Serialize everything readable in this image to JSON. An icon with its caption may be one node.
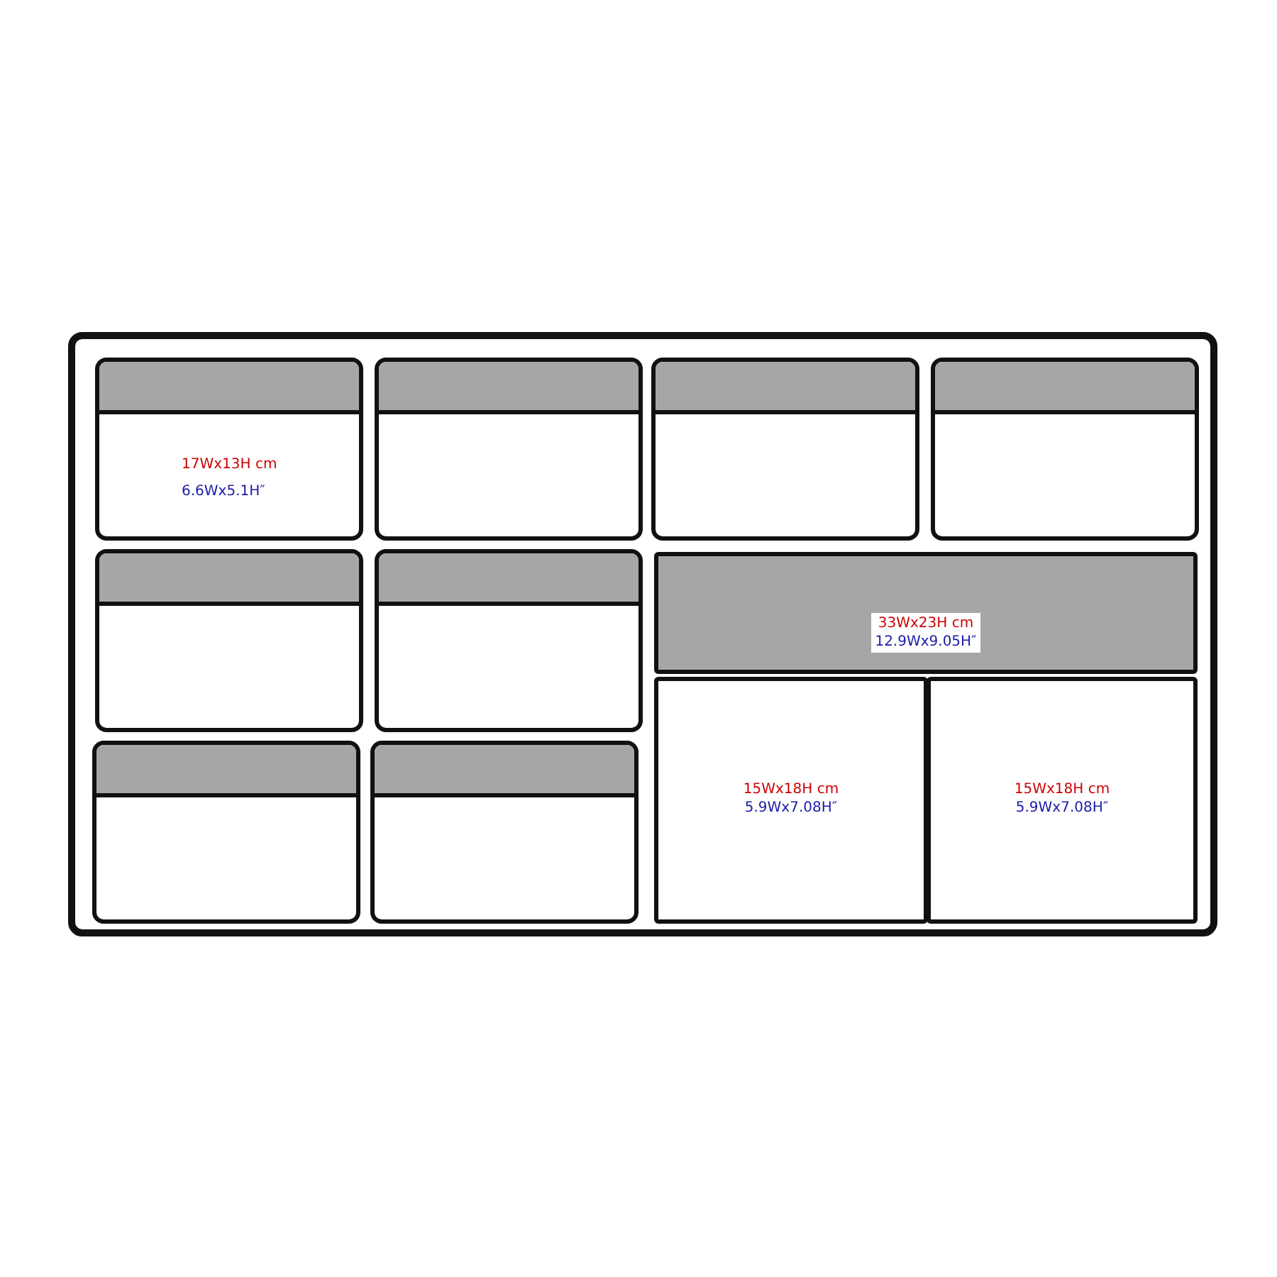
{
  "diagram": {
    "nodes": [
      {
        "text": [],
        "shape": "box"
      },
      {
        "text": [
          "17Wx13H cm",
          "6.6Wx5.1H″"
        ],
        "in": 0
      },
      {
        "text": [],
        "shape": "box",
        "in": 0
      },
      {
        "text": [],
        "shape": "box",
        "in": 0
      },
      {
        "text": [],
        "shape": "box",
        "in": 0
      },
      {
        "text": [],
        "shape": "box",
        "in": 0
      },
      {
        "text": [],
        "shape": "box",
        "in": 0
      },
      {
        "text": [
          "33Wx23H cm",
          "12.9Wx9.05H″"
        ],
        "in": 0
      },
      {
        "text": [],
        "shape": "box",
        "in": 0
      },
      {
        "text": [],
        "shape": "box",
        "in": 0
      },
      {
        "text": [
          "15Wx18H cm",
          "5.9Wx7.08H″"
        ],
        "in": 0
      },
      {
        "text": [
          "15Wx18H cm",
          "5.9Wx7.08H″"
        ],
        "in": 0
      }
    ],
    "edges": []
  }
}
